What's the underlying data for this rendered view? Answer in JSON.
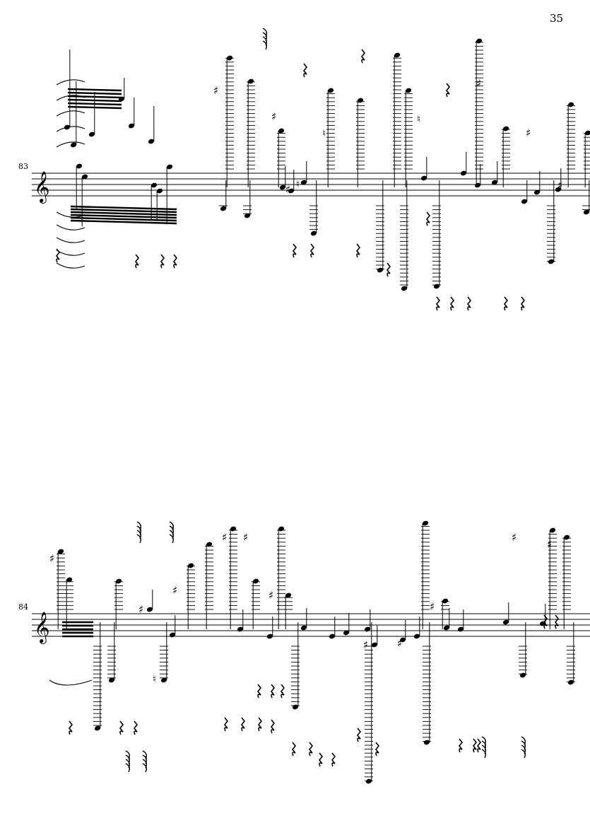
{
  "page": {
    "number": "35"
  },
  "systems": [
    {
      "measure": "83"
    },
    {
      "measure": "84"
    }
  ],
  "colors": {
    "ink": "#000000",
    "paper": "#ffffff"
  },
  "icons": [
    "treble-clef-icon",
    "sharp-icon",
    "natural-icon",
    "rest-icon",
    "flag-icon"
  ]
}
